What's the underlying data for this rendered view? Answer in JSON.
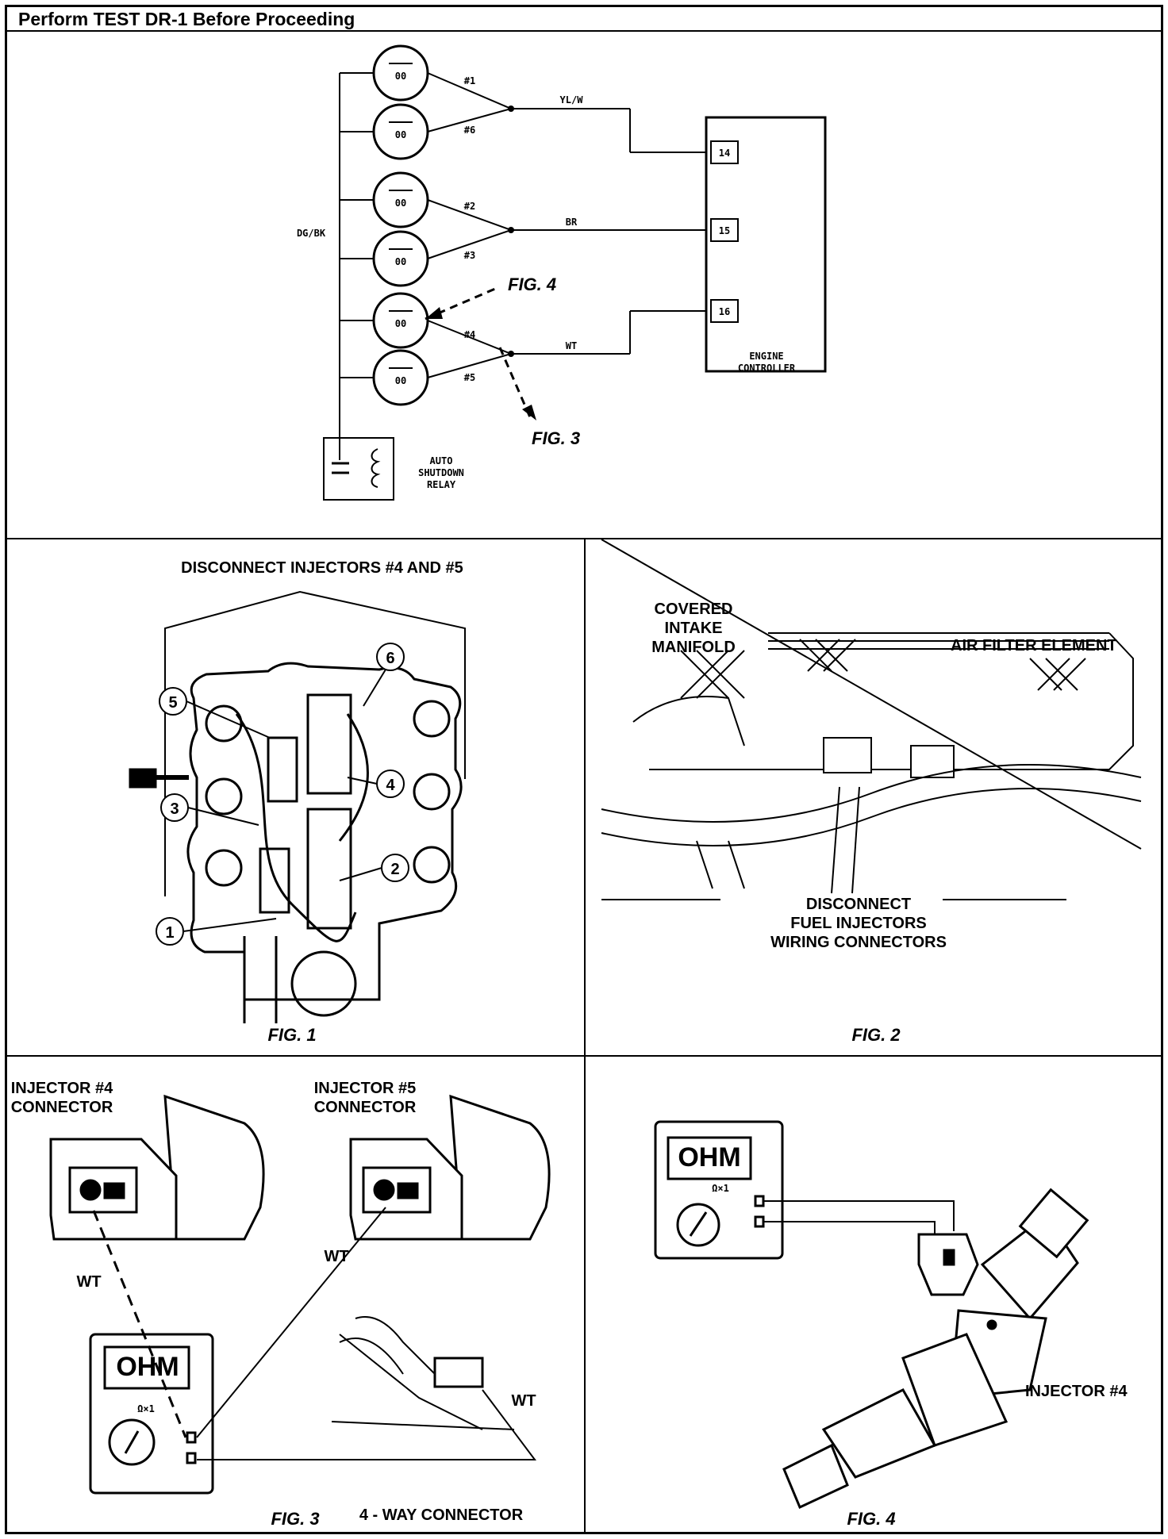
{
  "header": {
    "title": "Perform TEST DR-1 Before Proceeding"
  },
  "schematic": {
    "ground_wire_label": "DG/BK",
    "injectors": [
      "#1",
      "#6",
      "#2",
      "#3",
      "#4",
      "#5"
    ],
    "injector_glyph": "00",
    "wires": [
      "YL/W",
      "BR",
      "WT"
    ],
    "pins": [
      "14",
      "15",
      "16"
    ],
    "controller_label_1": "ENGINE",
    "controller_label_2": "CONTROLLER",
    "relay_label_1": "AUTO",
    "relay_label_2": "SHUTDOWN",
    "relay_label_3": "RELAY",
    "fig4_ref": "FIG. 4",
    "fig3_ref": "FIG. 3"
  },
  "fig1": {
    "title": "DISCONNECT INJECTORS #4 AND #5",
    "callouts": [
      "1",
      "2",
      "3",
      "4",
      "5",
      "6"
    ],
    "caption": "FIG. 1"
  },
  "fig2": {
    "label_covered_1": "COVERED",
    "label_covered_2": "INTAKE",
    "label_covered_3": "MANIFOLD",
    "label_air_filter": "AIR FILTER ELEMENT",
    "label_disconnect_1": "DISCONNECT",
    "label_disconnect_2": "FUEL INJECTORS",
    "label_disconnect_3": "WIRING CONNECTORS",
    "caption": "FIG. 2"
  },
  "fig3": {
    "inj4_1": "INJECTOR #4",
    "inj4_2": "CONNECTOR",
    "inj5_1": "INJECTOR #5",
    "inj5_2": "CONNECTOR",
    "wt_a": "WT",
    "wt_b": "WT",
    "wt_c": "WT",
    "meter_display": "OHM",
    "meter_range": "Ω×1",
    "connector_label": "4 - WAY CONNECTOR",
    "caption": "FIG. 3"
  },
  "fig4": {
    "meter_display": "OHM",
    "meter_range": "Ω×1",
    "injector_label": "INJECTOR #4",
    "caption": "FIG. 4"
  }
}
